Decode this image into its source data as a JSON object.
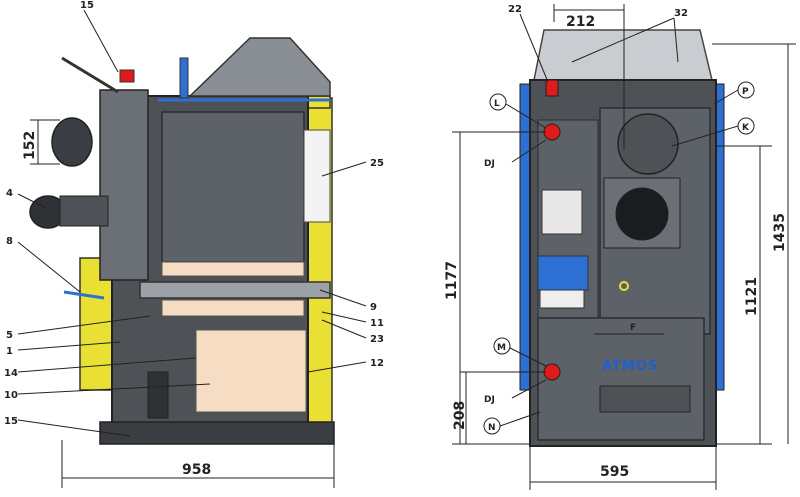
{
  "side_view": {
    "part_labels": {
      "p15_top": "15",
      "p4": "4",
      "p8": "8",
      "p5": "5",
      "p1": "1",
      "p14": "14",
      "p10": "10",
      "p15_bottom": "15",
      "p25": "25",
      "p9": "9",
      "p11": "11",
      "p23": "23",
      "p12": "12"
    },
    "dims": {
      "height_152": "152",
      "width_958": "958"
    }
  },
  "front_view": {
    "part_labels": {
      "p22": "22",
      "p32": "32",
      "L": "L",
      "P": "P",
      "K": "K",
      "M": "M",
      "N": "N",
      "F": "F",
      "dj_upper": "DJ",
      "dj_lower": "DJ"
    },
    "dims": {
      "width_212": "212",
      "height_1177": "1177",
      "height_1121": "1121",
      "height_1435": "1435",
      "height_208": "208",
      "width_595": "595"
    },
    "brand": "ATMOS"
  },
  "colors": {
    "body": "#4e5257",
    "body_dark": "#2e3135",
    "panel": "#6b7076",
    "cladding": "#eae033",
    "chamber": "#f7dcc4",
    "blue": "#2e6fd3",
    "red": "#e01b1b"
  }
}
